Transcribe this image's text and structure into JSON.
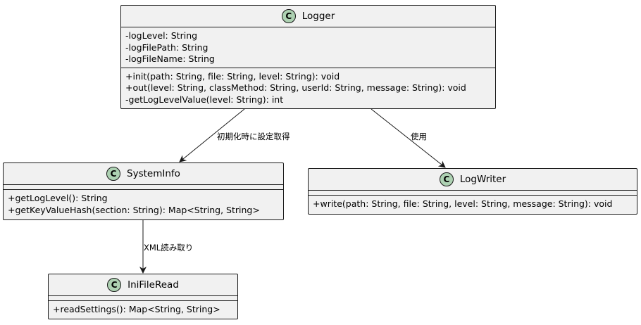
{
  "diagram": {
    "classes": {
      "logger": {
        "icon": "C",
        "name": "Logger",
        "attributes": [
          "-logLevel: String",
          "-logFilePath: String",
          "-logFileName: String"
        ],
        "methods": [
          "+init(path: String, file: String, level: String): void",
          "+out(level: String, classMethod: String, userId: String, message: String): void",
          "-getLogLevelValue(level: String): int"
        ]
      },
      "systeminfo": {
        "icon": "C",
        "name": "SystemInfo",
        "attributes": [],
        "methods": [
          "+getLogLevel(): String",
          "+getKeyValueHash(section: String): Map<String, String>"
        ]
      },
      "logwriter": {
        "icon": "C",
        "name": "LogWriter",
        "attributes": [],
        "methods": [
          "+write(path: String, file: String, level: String, message: String): void"
        ]
      },
      "inifileread": {
        "icon": "C",
        "name": "IniFileRead",
        "attributes": [],
        "methods": [
          "+readSettings(): Map<String, String>"
        ]
      }
    },
    "relations": [
      {
        "from": "Logger",
        "to": "SystemInfo",
        "label": "初期化時に設定取得"
      },
      {
        "from": "Logger",
        "to": "LogWriter",
        "label": "使用"
      },
      {
        "from": "SystemInfo",
        "to": "IniFileRead",
        "label": "XML読み取り"
      }
    ],
    "colors": {
      "box_fill": "#f1f1f1",
      "box_border": "#181818",
      "class_icon": "#add1b2"
    }
  }
}
